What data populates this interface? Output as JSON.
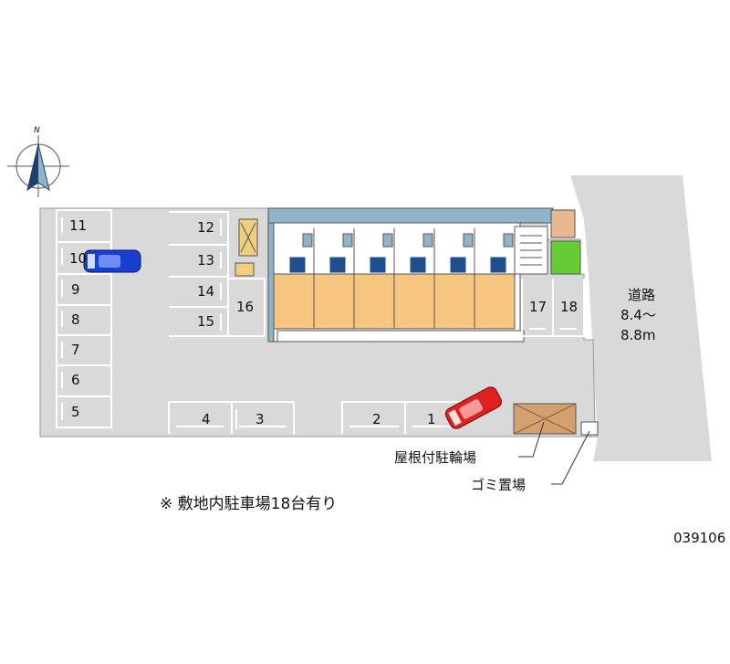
{
  "compass": {
    "north_label": "N",
    "icon": "compass-rose-icon"
  },
  "road": {
    "label": "道路",
    "width_line1": "8.4～",
    "width_line2": "8.8m",
    "color": "#d9d9d9"
  },
  "lot": {
    "ground_color": "#d9d9d9",
    "building_floor_color": "#f6c57f",
    "building_wall_color": "#8fb3c7",
    "entrance_color": "#1f4f8f",
    "green_color": "#66cc33"
  },
  "parking": {
    "left_column": [
      "11",
      "10",
      "9",
      "8",
      "7",
      "6",
      "5"
    ],
    "middle_column": [
      "12",
      "13",
      "14",
      "15"
    ],
    "space_16": "16",
    "right_of_building": [
      "17",
      "18"
    ],
    "bottom_left": [
      "4",
      "3"
    ],
    "bottom_right": [
      "2",
      "1"
    ]
  },
  "cars": [
    {
      "space": "10",
      "color": "#1a3fd0"
    },
    {
      "space": "1",
      "color": "#e0201f"
    }
  ],
  "callouts": {
    "bicycle_parking": "屋根付駐輪場",
    "garbage": "ゴミ置場"
  },
  "note": "※ 敷地内駐車場18台有り",
  "property_id": "039106"
}
